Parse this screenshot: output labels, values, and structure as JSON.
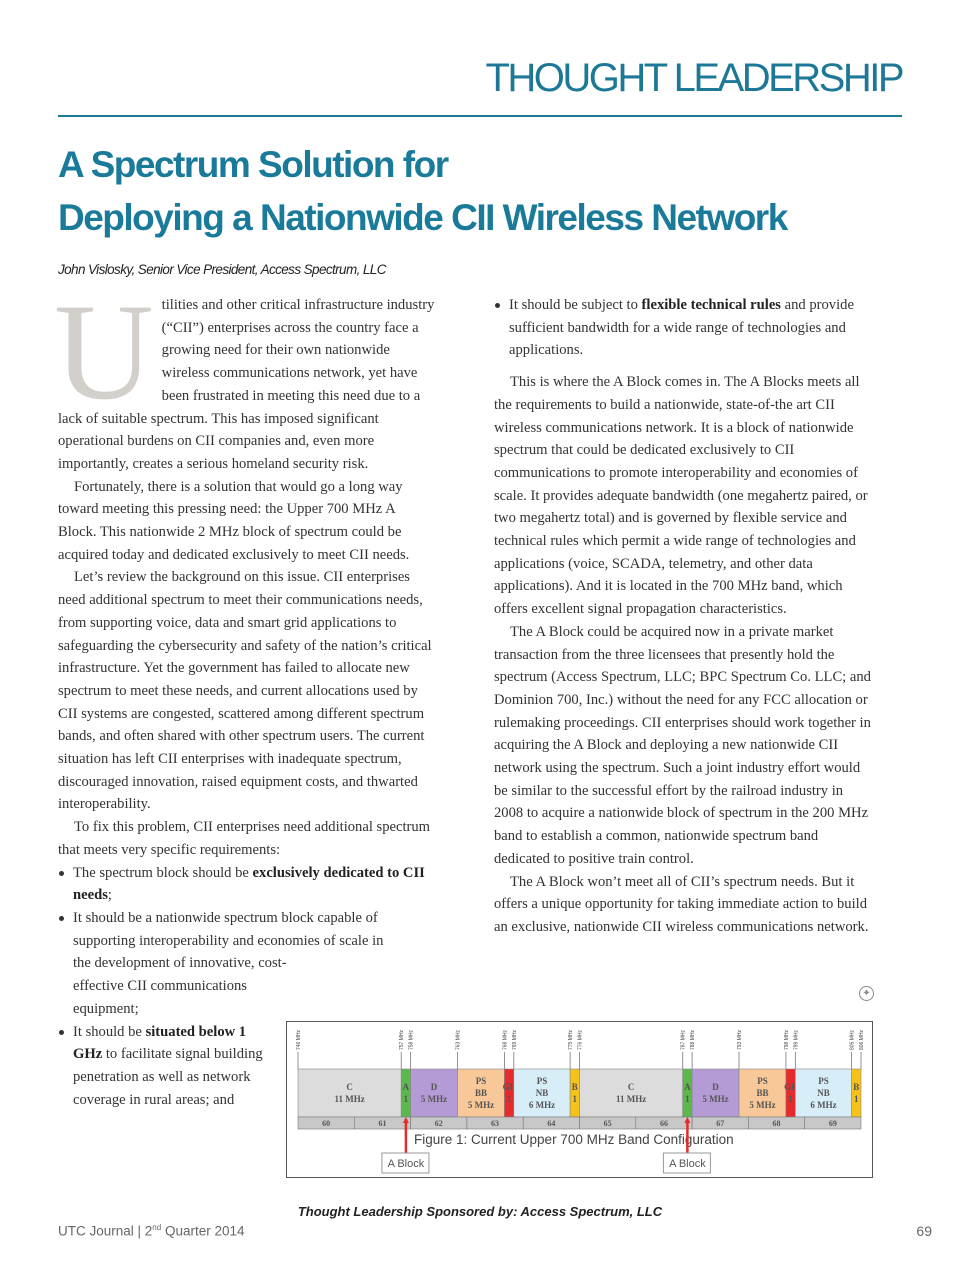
{
  "header": {
    "section": "THOUGHT LEADERSHIP"
  },
  "article": {
    "title_line1": "A Spectrum Solution for",
    "title_line2": "Deploying a Nationwide CII Wireless Network",
    "byline": "John Vislosky, Senior Vice President, Access Spectrum, LLC",
    "drop_cap": "U",
    "left": {
      "p1": "tilities and other critical infrastructure industry (“CII”) enterprises across the country face a growing need for their own nationwide wireless communications network, yet have been frustrated in meeting this need due to a lack of suitable spectrum. This has imposed significant operational burdens on CII companies and, even more importantly, creates a serious homeland security risk.",
      "p2": "Fortunately, there is a solution that would go a long way toward meeting this pressing need: the Upper 700 MHz A Block. This nationwide 2 MHz block of spectrum could be acquired today and dedicated exclusively to meet CII needs.",
      "p3": "Let’s review the background on this issue. CII enterprises need additional spectrum to meet their communications needs, from supporting voice, data and smart grid applications to safeguarding the cybersecurity and safety of the nation’s critical infrastructure. Yet the government has failed to allocate new spectrum to meet these needs, and current allocations used by CII systems are congested, scattered among different spectrum bands, and often shared with other spectrum users. The current situation has left CII enterprises with inadequate spectrum, discouraged innovation, raised equipment costs, and thwarted interoperability.",
      "p4": "To fix this problem, CII enterprises need additional spectrum that meets very specific requirements:",
      "b1_pre": "The spectrum block should be ",
      "b1_bold": "exclusively dedicated to CII needs",
      "b1_post": ";",
      "b2_a": "It should be a nationwide spectrum block capable of supporting interoperability and economies of scale in",
      "b2_b": "the development of innovative, cost-effective CII communications equipment;",
      "b3_pre": "It should be ",
      "b3_bold": "situated below 1 GHz",
      "b3_post": " to facilitate signal building penetration as well as network coverage in rural areas; and"
    },
    "right": {
      "b4_pre": "It should be subject to ",
      "b4_bold": "flexible technical rules",
      "b4_post": " and provide sufficient bandwidth for a wide range of technologies and applications.",
      "p5": "This is where the A Block comes in. The A Blocks meets all the requirements to build a nationwide, state-of-the art CII wireless communications network. It is a block of nationwide spectrum that could be dedicated exclusively to CII communications to promote interoperability and economies of scale. It provides adequate bandwidth (one megahertz paired, or two megahertz total) and is governed by flexible service and technical rules which permit a wide range of technologies and applications (voice, SCADA, telemetry, and other data applications). And it is located in the 700 MHz band, which offers excellent signal propagation characteristics.",
      "p6": "The A Block could be acquired now in a private market transaction from the three licensees that presently hold the spectrum (Access Spectrum, LLC; BPC Spectrum Co. LLC; and Dominion 700, Inc.) without the need for any FCC allocation or rulemaking proceedings. CII enterprises should work together in acquiring the A Block and deploying a new nationwide CII network using the spectrum. Such a joint industry effort would be similar to the successful effort by the railroad industry in 2008 to acquire a nationwide block of spectrum in the 200 MHz band to establish a common, nationwide spectrum band dedicated to positive train control.",
      "p7": "The A Block won’t meet all of CII’s spectrum needs. But it offers a unique opportunity for taking immediate action to build an exclusive, nationwide CII wireless communications network."
    }
  },
  "figure": {
    "caption": "Figure 1: Current Upper 700 MHz Band Configuration",
    "callout": "A Block",
    "range_mhz": [
      746,
      806
    ],
    "ticks_mhz": [
      746,
      757,
      758,
      763,
      768,
      769,
      775,
      776,
      787,
      788,
      793,
      798,
      799,
      805,
      806
    ],
    "tick_suffix": " MHz",
    "blocks": [
      {
        "start": 746,
        "end": 757,
        "lines": [
          "C",
          "11 MHz"
        ],
        "color": "#dcdcdc"
      },
      {
        "start": 757,
        "end": 758,
        "lines": [
          "A",
          "1"
        ],
        "color": "#5cb84a"
      },
      {
        "start": 758,
        "end": 763,
        "lines": [
          "D",
          "5 MHz"
        ],
        "color": "#b59bd6"
      },
      {
        "start": 763,
        "end": 768,
        "lines": [
          "PS",
          "BB",
          "5 MHz"
        ],
        "color": "#f8c898"
      },
      {
        "start": 768,
        "end": 769,
        "lines": [
          "GB",
          "1"
        ],
        "color": "#e52b2b"
      },
      {
        "start": 769,
        "end": 775,
        "lines": [
          "PS",
          "NB",
          "6 MHz"
        ],
        "color": "#d7eef8"
      },
      {
        "start": 775,
        "end": 776,
        "lines": [
          "B",
          "1"
        ],
        "color": "#f5c21a"
      },
      {
        "start": 776,
        "end": 787,
        "lines": [
          "C",
          "11 MHz"
        ],
        "color": "#dcdcdc"
      },
      {
        "start": 787,
        "end": 788,
        "lines": [
          "A",
          "1"
        ],
        "color": "#5cb84a"
      },
      {
        "start": 788,
        "end": 793,
        "lines": [
          "D",
          "5 MHz"
        ],
        "color": "#b59bd6"
      },
      {
        "start": 793,
        "end": 798,
        "lines": [
          "PS",
          "BB",
          "5 MHz"
        ],
        "color": "#f8c898"
      },
      {
        "start": 798,
        "end": 799,
        "lines": [
          "GB",
          "1"
        ],
        "color": "#e52b2b"
      },
      {
        "start": 799,
        "end": 805,
        "lines": [
          "PS",
          "NB",
          "6 MHz"
        ],
        "color": "#d7eef8"
      },
      {
        "start": 805,
        "end": 806,
        "lines": [
          "B",
          "1"
        ],
        "color": "#f5c21a"
      }
    ],
    "channels": [
      "60",
      "61",
      "62",
      "63",
      "64",
      "65",
      "66",
      "67",
      "68",
      "69"
    ],
    "channel_start_mhz": 746,
    "channel_width_mhz": 6,
    "a_block_centers_mhz": [
      757.5,
      787.5
    ],
    "arrow_color": "#e52b2b"
  },
  "footer": {
    "sponsor": "Thought Leadership Sponsored by: Access Spectrum, LLC",
    "journal": "UTC Journal | 2",
    "journal_sup": "nd",
    "quarter": " Quarter 2014",
    "page": "69"
  }
}
